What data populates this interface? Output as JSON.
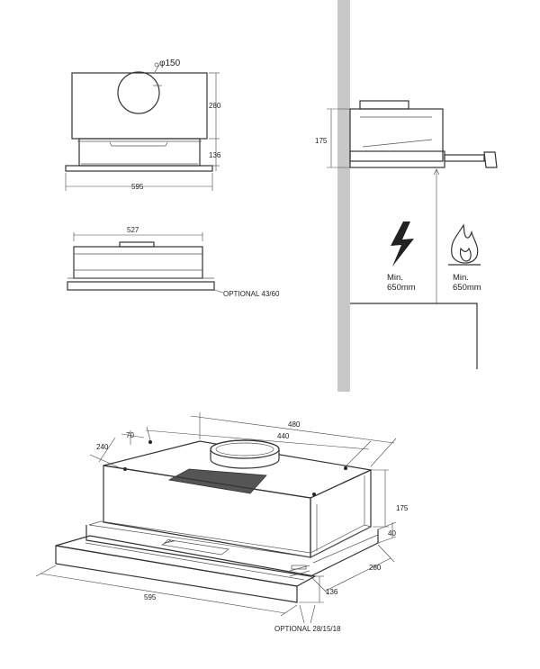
{
  "front_view": {
    "duct_diameter": "φ150",
    "height_280": "280",
    "height_136": "136",
    "width_595": "595"
  },
  "rear_view": {
    "width_527": "527",
    "optional_label": "OPTIONAL 43/60"
  },
  "side_view": {
    "height_175": "175",
    "min_electric_label": "Min.",
    "min_electric_value": "650mm",
    "min_gas_label": "Min.",
    "min_gas_value": "650mm"
  },
  "iso_view": {
    "dim_480": "480",
    "dim_440": "440",
    "dim_240": "240",
    "dim_70": "70",
    "dim_175": "175",
    "dim_40": "40",
    "dim_280": "280",
    "dim_136": "136",
    "dim_595": "595",
    "optional_label": "OPTIONAL 28/15/18"
  }
}
